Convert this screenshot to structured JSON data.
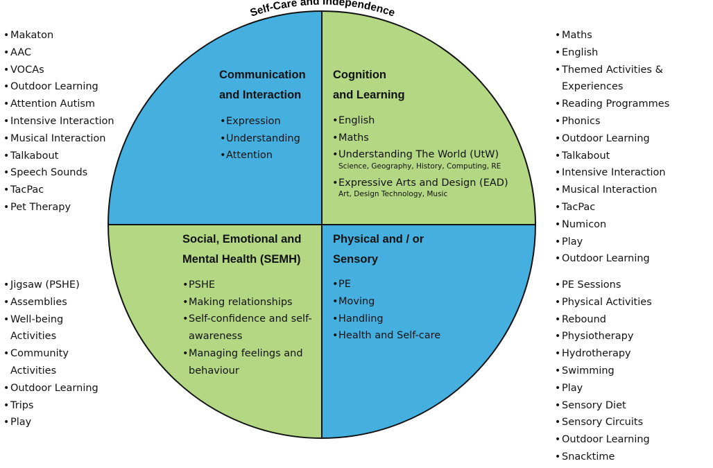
{
  "arc_title": "Self-Care and Independence",
  "colors": {
    "blue": "#45b0df",
    "green": "#b3d783",
    "outline": "#111111"
  },
  "quadrants": {
    "top_left": {
      "title_line1": "Communication",
      "title_line2": "and Interaction",
      "items": [
        "Expression",
        "Understanding",
        "Attention"
      ]
    },
    "top_right": {
      "title_line1": "Cognition",
      "title_line2": "and Learning",
      "items": [
        {
          "label": "English",
          "sub": ""
        },
        {
          "label": "Maths",
          "sub": ""
        },
        {
          "label": "Understanding The World (UtW)",
          "sub": "Science, Geography, History, Computing, RE"
        },
        {
          "label": "Expressive Arts and Design (EAD)",
          "sub": "Art, Design Technology, Music"
        }
      ]
    },
    "bottom_left": {
      "title_line1": "Social, Emotional and",
      "title_line2": "Mental Health (SEMH)",
      "items": [
        "PSHE",
        "Making relationships",
        "Self-confidence and self-",
        "awareness",
        "Managing feelings and",
        "behaviour"
      ]
    },
    "bottom_right": {
      "title_line1": "Physical and / or",
      "title_line2": "Sensory",
      "items": [
        "PE",
        "Moving",
        "Handling",
        "Health and Self-care"
      ]
    }
  },
  "side_lists": {
    "top_left": [
      "Makaton",
      "AAC",
      "VOCAs",
      "Outdoor Learning",
      "Attention Autism",
      "Intensive Interaction",
      "Musical Interaction",
      "Talkabout",
      "Speech Sounds",
      "TacPac",
      "Pet Therapy"
    ],
    "bottom_left": [
      "Jigsaw (PSHE)",
      "Assemblies",
      "Well-being",
      "Activities",
      "Community",
      "Activities",
      "Outdoor Learning",
      "Trips",
      "Play"
    ],
    "top_right": [
      "Maths",
      "English",
      "Themed Activities &",
      "Experiences",
      "Reading Programmes",
      "Phonics",
      "Outdoor Learning",
      "Talkabout",
      "Intensive Interaction",
      "Musical Interaction",
      "TacPac",
      "Numicon",
      "Play",
      "Outdoor Learning"
    ],
    "bottom_right": [
      "PE Sessions",
      "Physical Activities",
      "Rebound",
      "Physiotherapy",
      "Hydrotherapy",
      "Swimming",
      "Play",
      "Sensory Diet",
      "Sensory Circuits",
      "Outdoor Learning",
      "Snacktime"
    ]
  }
}
